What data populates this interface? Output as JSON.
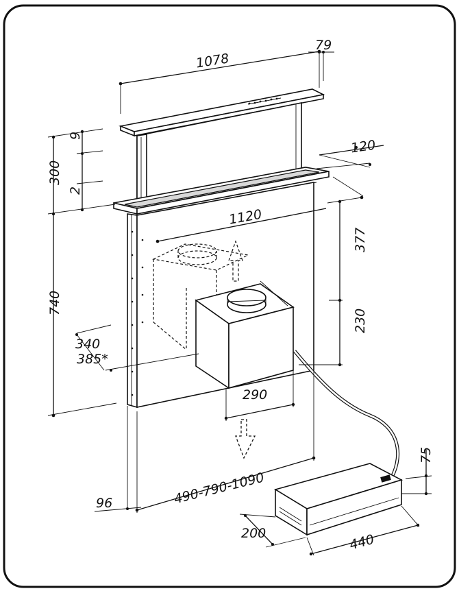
{
  "dimensions": {
    "top_width": "1078",
    "top_depth": "79",
    "base_depth": "120",
    "base_width": "1120",
    "height_300": "300",
    "gap_9": "9",
    "gap_2": "2",
    "height_740": "740",
    "motor_377": "377",
    "motor_230": "230",
    "motor_340": "340",
    "motor_385": "385*",
    "motor_290": "290",
    "adjust_range": "490-790-1090",
    "offset_96": "96",
    "box_75": "75",
    "box_200": "200",
    "box_440": "440"
  },
  "icons": [
    "airflow-up-arrow-icon",
    "airflow-down-arrow-icon"
  ]
}
